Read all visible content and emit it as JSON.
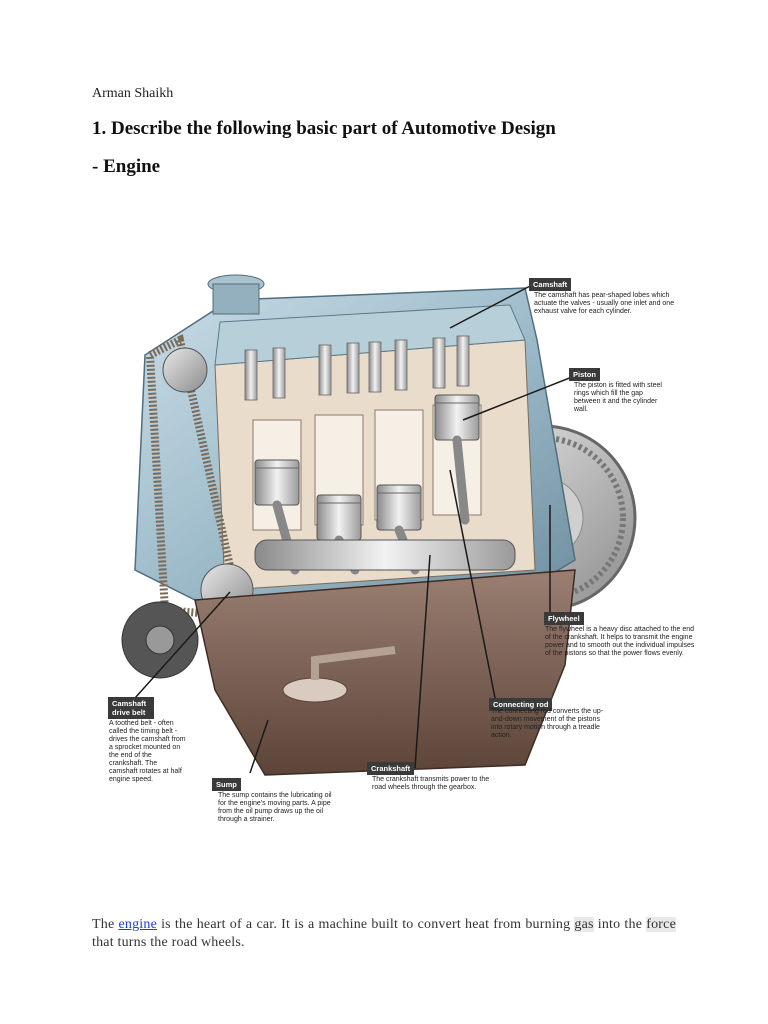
{
  "document": {
    "author": "Arman Shaikh",
    "question": "1. Describe the following basic part of Automotive Design",
    "topic": "- Engine"
  },
  "figure": {
    "callouts": [
      {
        "id": "camshaft",
        "title": "Camshaft",
        "text": "The camshaft has pear-shaped lobes which actuate the valves - usually one inlet and one exhaust valve for each cylinder."
      },
      {
        "id": "piston",
        "title": "Piston",
        "text": "The piston is fitted with steel rings which fill the gap between it and the cylinder wall."
      },
      {
        "id": "flywheel",
        "title": "Flywheel",
        "text": "The flywheel is a heavy disc attached to the end of the crankshaft. It helps to transmit the engine power and to smooth out the individual impulses of the pistons so that the power flows evenly."
      },
      {
        "id": "connecting-rod",
        "title": "Connecting rod",
        "text": "The connecting rod converts the up-and-down movement of the pistons into rotary motion through a treadle action."
      },
      {
        "id": "crankshaft",
        "title": "Crankshaft",
        "text": "The crankshaft transmits power to the road wheels through the gearbox."
      },
      {
        "id": "sump",
        "title": "Sump",
        "text": "The sump contains the lubricating oil for the engine's moving parts. A pipe from the oil pump draws up the oil through a strainer."
      },
      {
        "id": "camshaft-drive-belt",
        "title": "Camshaft drive belt",
        "text": "A toothed belt - often called the timing belt - drives the camshaft from a sprocket mounted on the end of the crankshaft. The camshaft rotates at half engine speed."
      }
    ]
  },
  "paragraph": {
    "part1": "The ",
    "link": "engine",
    "part2": " is the heart of a car. It is a machine built to convert heat from burning ",
    "hl1": "gas",
    "part3": " into the ",
    "hl2": "force",
    "part4": " that turns the road wheels."
  }
}
